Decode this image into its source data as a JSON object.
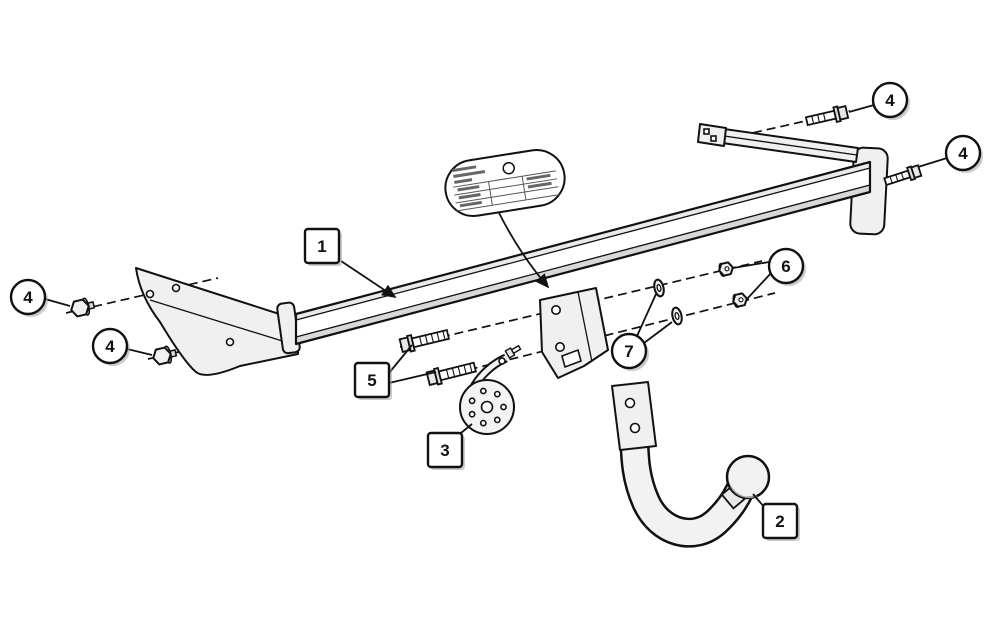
{
  "figure": {
    "type": "exploded-parts-diagram",
    "subject": "towbar-assembly",
    "colors": {
      "background": "#ffffff",
      "line": "#111111",
      "metal": "#f0f0f0",
      "shade": "#d8d8d8",
      "callout_fill": "#ffffff",
      "callout_shadow": "#a0a0a0"
    },
    "callouts": [
      {
        "label": "1",
        "shape": "square",
        "part": "main-crossbar"
      },
      {
        "label": "2",
        "shape": "square",
        "part": "swan-neck-towball"
      },
      {
        "label": "3",
        "shape": "square",
        "part": "electrical-socket-plate"
      },
      {
        "label": "4",
        "shape": "circle",
        "part": "bolt"
      },
      {
        "label": "4",
        "shape": "circle",
        "part": "bolt"
      },
      {
        "label": "4",
        "shape": "circle",
        "part": "bolt"
      },
      {
        "label": "4",
        "shape": "circle",
        "part": "bolt"
      },
      {
        "label": "5",
        "shape": "square",
        "part": "fixing-bolts"
      },
      {
        "label": "6",
        "shape": "circle",
        "part": "nuts"
      },
      {
        "label": "7",
        "shape": "circle",
        "part": "washers"
      }
    ]
  }
}
